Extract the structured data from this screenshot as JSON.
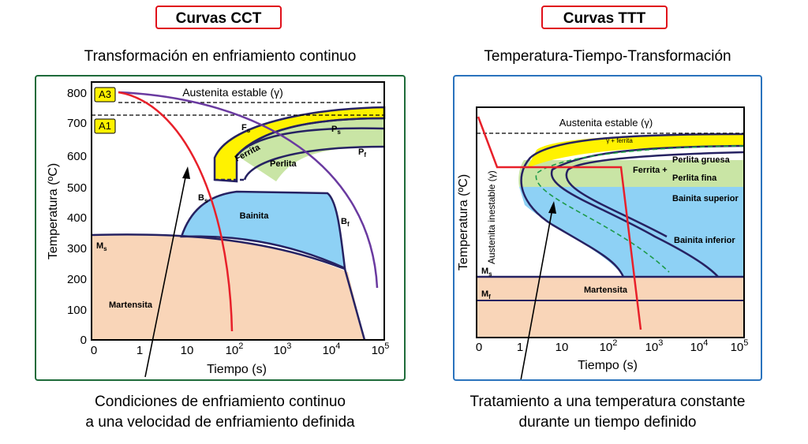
{
  "left": {
    "badge": "Curvas CCT",
    "subtitle": "Transformación en enfriamiento continuo",
    "caption_line1": "Condiciones de enfriamiento continuo",
    "caption_line2": "a una velocidad de enfriamiento definida",
    "y_axis_label": "Temperatura (ºC)",
    "x_axis_label": "Tiempo (s)",
    "y_ticks": [
      "800",
      "700",
      "600",
      "500",
      "400",
      "300",
      "200",
      "100",
      "0"
    ],
    "x_ticks": [
      "0",
      "1",
      "10",
      "10",
      "10",
      "10",
      "10"
    ],
    "x_tick_exponents": [
      "",
      "",
      "",
      "2",
      "3",
      "4",
      "5"
    ],
    "a3": "A3",
    "a1": "A1",
    "austenita": "Austenita estable (γ)",
    "ferrita": "Ferrita",
    "perlita": "Perlita",
    "fs": "F",
    "fs_sub": "s",
    "ps": "P",
    "ps_sub": "s",
    "pf": "P",
    "pf_sub": "f",
    "bs": "B",
    "bs_sub": "s",
    "bf": "B",
    "bf_sub": "f",
    "bainita": "Bainita",
    "ms": "M",
    "ms_sub": "s",
    "martensita": "Martensita"
  },
  "right": {
    "badge": "Curvas TTT",
    "subtitle": "Temperatura-Tiempo-Transformación",
    "caption_line1": "Tratamiento a una temperatura constante",
    "caption_line2": "durante un tiempo definido",
    "y_axis_label": "Temperatura (ºC)",
    "x_axis_label": "Tiempo (s)",
    "x_ticks": [
      "0",
      "1",
      "10",
      "10",
      "10",
      "10",
      "10"
    ],
    "x_tick_exponents": [
      "",
      "",
      "",
      "2",
      "3",
      "4",
      "5"
    ],
    "austenita": "Austenita estable (γ)",
    "austenita_inestable": "Austenita inestable (γ)",
    "gamma_ferrita": "γ + ferrita",
    "ferrita_plus": "Ferrita +",
    "perlita_gruesa": "Perlita gruesa",
    "perlita_fina": "Perlita fina",
    "bainita_superior": "Bainita superior",
    "bainita_inferior": "Bainita inferior",
    "ms": "M",
    "ms_sub": "s",
    "mf": "M",
    "mf_sub": "f",
    "martensita": "Martensita"
  },
  "colors": {
    "red_frame": "#e0101a",
    "green_frame": "#1e6b3a",
    "blue_frame": "#2a73bd",
    "martensita_fill": "#f9d5b8",
    "bainita_fill": "#8ed1f5",
    "ferrita_fill": "#fff200",
    "perlita_fill": "#c9e5a5",
    "navy": "#262262",
    "red_line": "#e8202a",
    "purple_line": "#6a3aa0",
    "green_dash": "#1e9a4a",
    "label_bg": "#fff200"
  }
}
